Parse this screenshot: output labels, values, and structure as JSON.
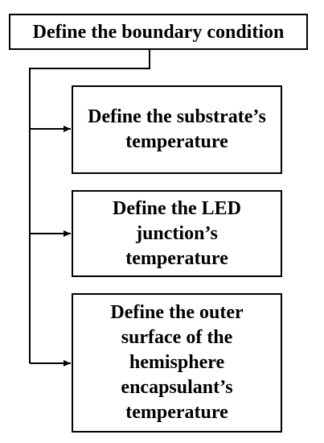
{
  "diagram": {
    "root": {
      "label": "Define the boundary condition"
    },
    "children": [
      {
        "label": "Define the substrate’s temperature"
      },
      {
        "label": "Define the LED junction’s temperature"
      },
      {
        "label": "Define the outer surface of the hemisphere encapsulant’s temperature"
      }
    ],
    "colors": {
      "stroke": "#000000",
      "background": "#ffffff",
      "text": "#000000"
    }
  }
}
